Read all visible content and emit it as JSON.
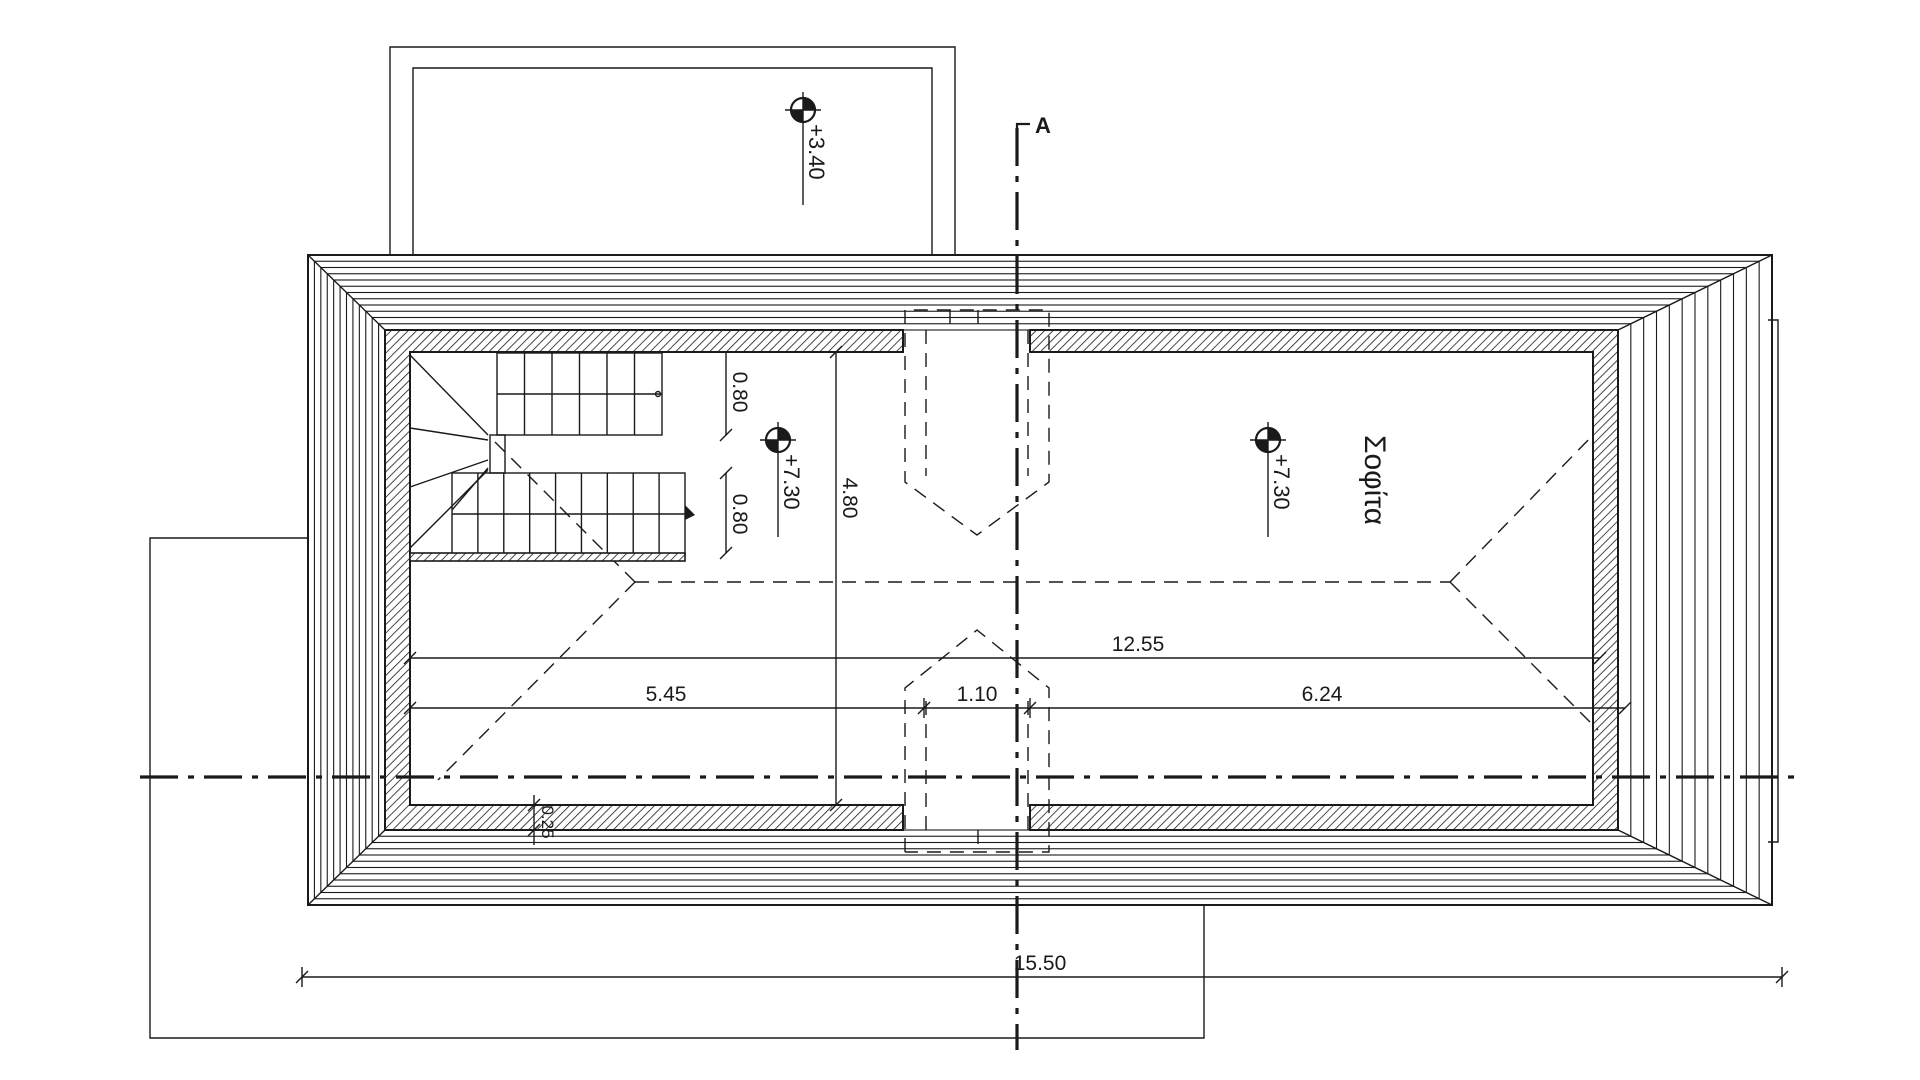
{
  "plan": {
    "room_name": "Σοφίτα",
    "section_marker": "A",
    "levels": {
      "terrace": "+3.40",
      "stair_landing": "+7.30",
      "attic": "+7.30"
    },
    "dimensions": {
      "overall_width": "15.50",
      "inner_length": "12.55",
      "left_segment": "5.45",
      "chimney_width": "1.10",
      "right_segment": "6.24",
      "depth": "4.80",
      "stair_gap_top": "0.80",
      "stair_gap_bottom": "0.80",
      "wall_thickness": "0.25"
    }
  },
  "colors": {
    "line": "#1a1a1a",
    "hatch": "#1a1a1a",
    "background": "#ffffff"
  }
}
